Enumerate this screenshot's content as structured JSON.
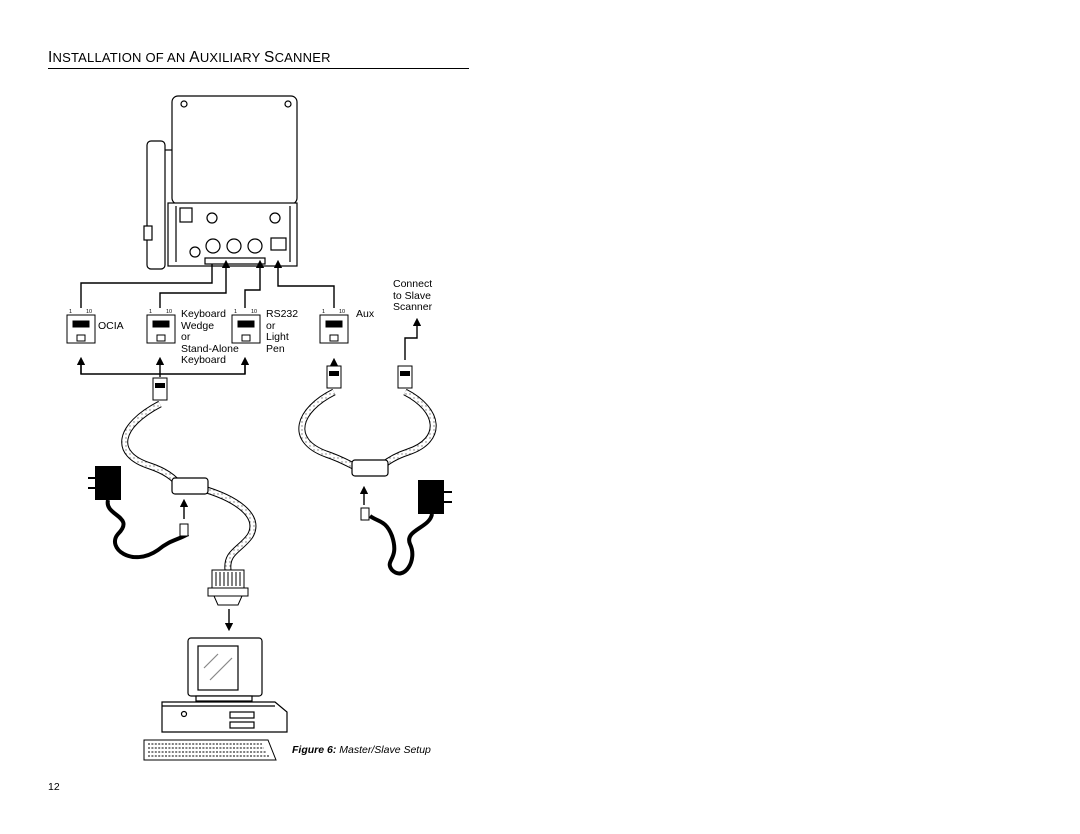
{
  "header": {
    "title_parts": [
      {
        "text": "I",
        "big": true
      },
      {
        "text": "NSTALLATION OF AN ",
        "big": false
      },
      {
        "text": "A",
        "big": true
      },
      {
        "text": "UXILIARY ",
        "big": false
      },
      {
        "text": "S",
        "big": true
      },
      {
        "text": "CANNER",
        "big": false
      }
    ]
  },
  "ports": {
    "pin_first": "1",
    "pin_last": "10",
    "ocia": "OCIA",
    "keyboard": [
      "Keyboard",
      "Wedge",
      "or",
      "Stand-Alone",
      "Keyboard"
    ],
    "rs232": [
      "RS232",
      "or",
      "Light",
      "Pen"
    ],
    "aux": "Aux"
  },
  "connect_note": [
    "Connect",
    "to Slave",
    "Scanner"
  ],
  "figure": {
    "number": "Figure 6:",
    "title": "Master/Slave Setup"
  },
  "footer": {
    "page_number": "12"
  },
  "icons": [
    "scanner-stand-icon",
    "rj45-jack-icon",
    "power-adapter-icon",
    "db-connector-icon",
    "desktop-computer-icon",
    "keyboard-icon"
  ]
}
